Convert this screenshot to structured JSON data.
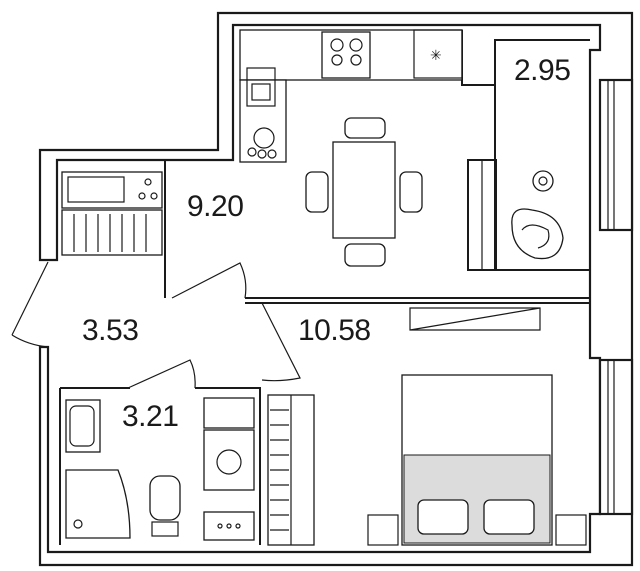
{
  "rooms": {
    "kitchen": {
      "area": "9.20"
    },
    "balcony": {
      "area": "2.95"
    },
    "hall": {
      "area": "3.53"
    },
    "bedroom": {
      "area": "10.58"
    },
    "bathroom": {
      "area": "3.21"
    }
  },
  "icons": {
    "fridge_mark": "✳"
  },
  "colors": {
    "wall": "#1a1a1a",
    "background": "#ffffff",
    "bedding": "#dcdcdc"
  }
}
